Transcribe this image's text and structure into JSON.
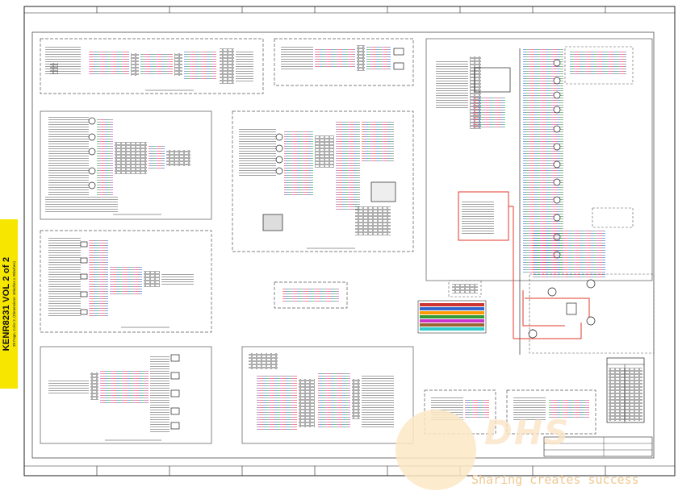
{
  "document": {
    "tab_title": "KENR8231 VOL 2 of 2",
    "tab_subtitle": "38 Page, Color 2, (Dimensions: 48inches x 30inches)"
  },
  "watermark": {
    "slogan": "Sharing creates success",
    "mark": "DHS"
  },
  "colors": {
    "tab_yellow": "#f6e600",
    "border": "#222222",
    "dashed_frame": "#555555",
    "highlight_red": "#e03a2a",
    "watermark_orange": "#f4a640"
  },
  "icons": [
    "connector-icon",
    "switch-icon",
    "sensor-icon",
    "relay-icon",
    "lamp-icon"
  ]
}
